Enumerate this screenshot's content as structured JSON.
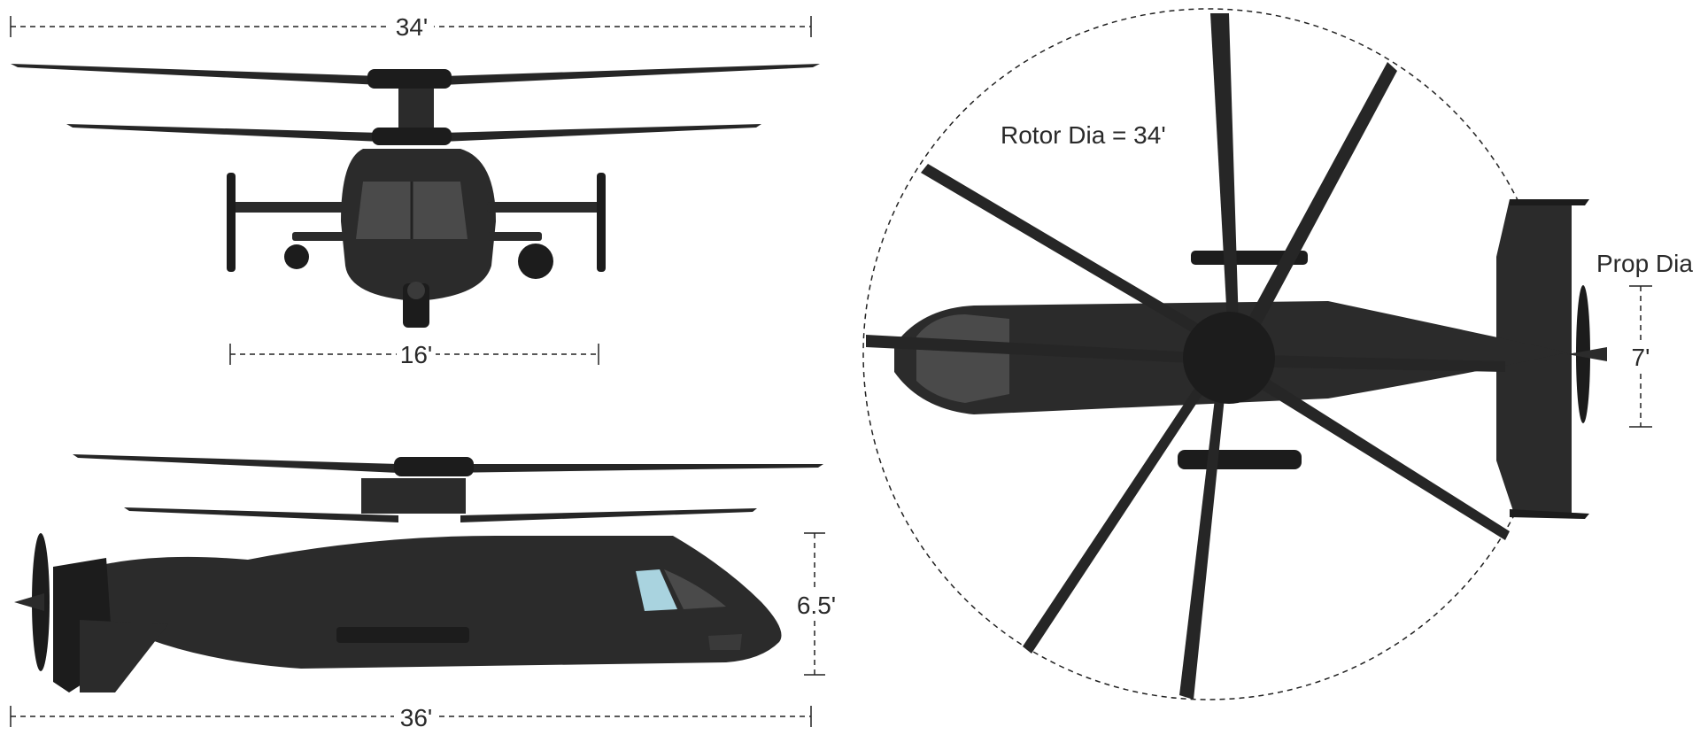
{
  "dimensions": {
    "rotor_span_top": "34'",
    "front_width": "16'",
    "side_height": "6.5'",
    "side_length": "36'",
    "rotor_diameter": "Rotor Dia = 34'",
    "prop_label": "Prop Dia",
    "prop_value": "7'"
  },
  "colors": {
    "aircraft": "#2b2b2b",
    "canopy_glass": "#a9d3df",
    "dimension_lines": "#222222"
  }
}
